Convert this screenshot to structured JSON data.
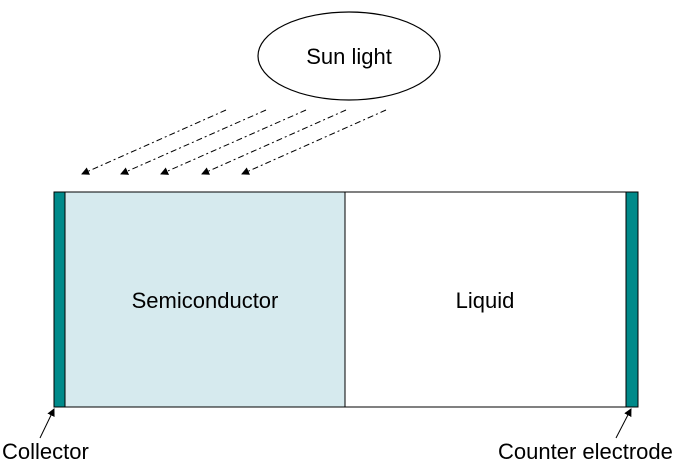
{
  "sun": {
    "label": "Sun light"
  },
  "regions": {
    "semiconductor": {
      "label": "Semiconductor"
    },
    "liquid": {
      "label": "Liquid"
    }
  },
  "electrodes": {
    "collector": {
      "label": "Collector"
    },
    "counter": {
      "label": "Counter electrode"
    }
  },
  "colors": {
    "electrode": "#008a8a",
    "semiconductor_fill": "#d6eaee",
    "outline": "#000000",
    "background": "#ffffff"
  }
}
